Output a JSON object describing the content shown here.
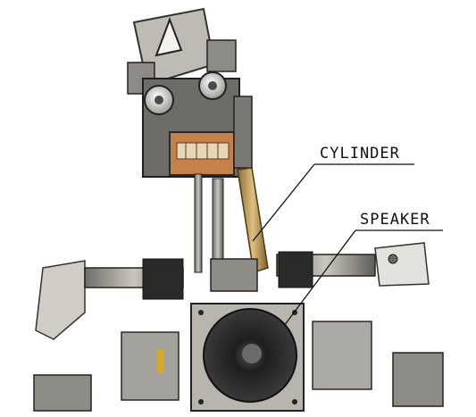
{
  "figure": {
    "subject": "robot-head-mechanism-photo",
    "callouts": {
      "cylinder": "CYLINDER",
      "speaker": "SPEAKER"
    }
  },
  "colors": {
    "background": "#ffffff",
    "metal": "#9a9890",
    "dark_metal": "#3a3a38",
    "brass": "#b8924a",
    "jaw_teeth": "#c9824c",
    "speaker_cone": "#2b2b2b",
    "eye": "#e8e6e2",
    "label_ink": "#111111"
  }
}
